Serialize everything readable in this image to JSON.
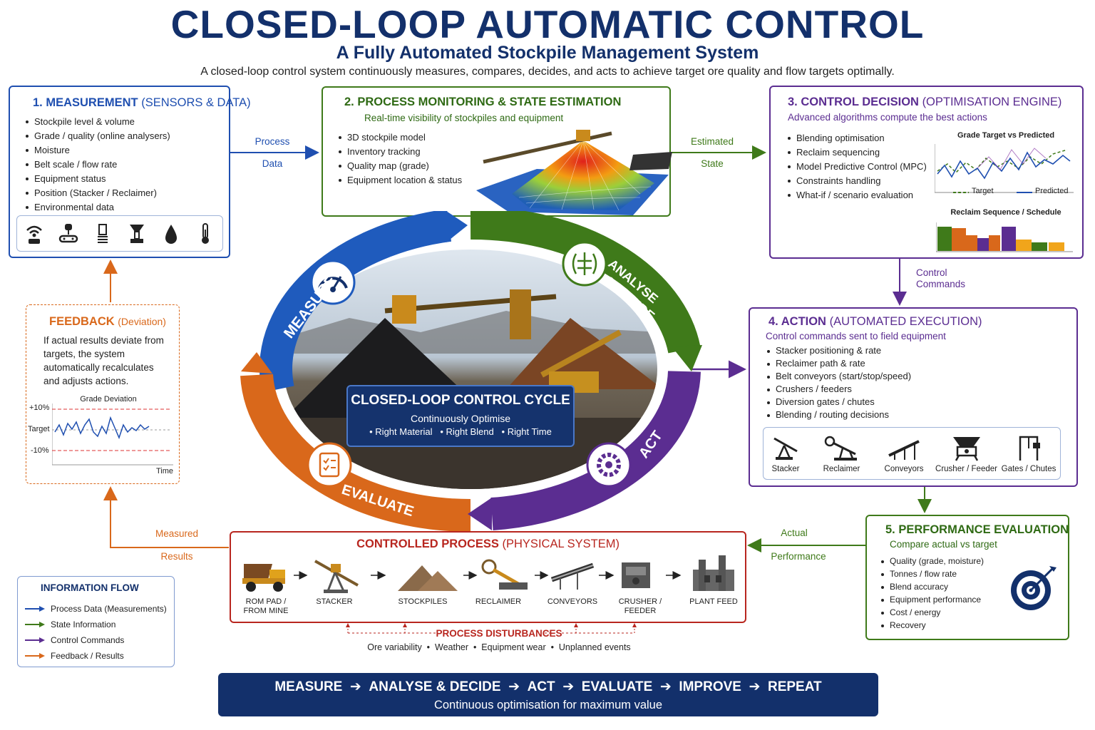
{
  "header": {
    "title": "CLOSED-LOOP AUTOMATIC CONTROL",
    "subtitle": "A Fully Automated Stockpile Management System",
    "intro": "A closed-loop control system continuously measures, compares, decides, and acts to achieve target ore quality and flow targets optimally."
  },
  "measurement": {
    "title": "1. MEASUREMENT",
    "title_sub": "(SENSORS & DATA)",
    "items": [
      "Stockpile level & volume",
      "Grade / quality (online analysers)",
      "Moisture",
      "Belt scale / flow rate",
      "Equipment status",
      "Position (Stacker / Reclaimer)",
      "Environmental data"
    ],
    "icons": [
      "wireless-sensor-icon",
      "belt-scale-icon",
      "analyser-icon",
      "sampler-icon",
      "moisture-drop-icon",
      "thermometer-icon"
    ]
  },
  "monitoring": {
    "title": "2. PROCESS MONITORING & STATE ESTIMATION",
    "tagline": "Real-time visibility of stockpiles and equipment",
    "items": [
      "3D stockpile model",
      "Inventory tracking",
      "Quality map (grade)",
      "Equipment location & status"
    ]
  },
  "decision": {
    "title": "3. CONTROL DECISION",
    "title_sub": "(OPTIMISATION ENGINE)",
    "tagline": "Advanced algorithms compute the best actions",
    "items": [
      "Blending optimisation",
      "Reclaim sequencing",
      "Model Predictive Control (MPC)",
      "Constraints handling",
      "What-if / scenario evaluation"
    ],
    "chart1_title": "Grade Target vs Predicted",
    "chart1_legend": [
      "Target",
      "Predicted"
    ],
    "chart2_title": "Reclaim Sequence / Schedule"
  },
  "action": {
    "title": "4. ACTION",
    "title_sub": "(AUTOMATED EXECUTION)",
    "tagline": "Control commands sent to field equipment",
    "items": [
      "Stacker positioning & rate",
      "Reclaimer path & rate",
      "Belt conveyors (start/stop/speed)",
      "Crushers / feeders",
      "Diversion gates / chutes",
      "Blending / routing decisions"
    ],
    "equipment": [
      "Stacker",
      "Reclaimer",
      "Conveyors",
      "Crusher / Feeder",
      "Gates / Chutes"
    ]
  },
  "performance": {
    "title": "5. PERFORMANCE EVALUATION",
    "tagline": "Compare actual vs target",
    "items": [
      "Quality (grade, moisture)",
      "Tonnes / flow rate",
      "Blend accuracy",
      "Equipment performance",
      "Cost / energy",
      "Recovery"
    ]
  },
  "feedback": {
    "title": "FEEDBACK",
    "title_sub": "(Deviation)",
    "text": "If actual results deviate from targets, the system automatically recalculates and adjusts actions.",
    "chart_title": "Grade Deviation",
    "upper": "+10%",
    "mid": "Target",
    "lower": "-10%",
    "xaxis": "Time"
  },
  "process": {
    "title": "CONTROLLED PROCESS",
    "title_sub": "(PHYSICAL SYSTEM)",
    "steps": [
      "ROM PAD / FROM MINE",
      "STACKER",
      "STOCKPILES",
      "RECLAIMER",
      "CONVEYORS",
      "CRUSHER / FEEDER",
      "PLANT FEED"
    ],
    "disturb_title": "PROCESS DISTURBANCES",
    "disturbances": [
      "Ore variability",
      "Weather",
      "Equipment wear",
      "Unplanned events"
    ]
  },
  "flows": {
    "process_data": [
      "Process",
      "Data"
    ],
    "estimated_state": [
      "Estimated",
      "State"
    ],
    "control_commands": [
      "Control",
      "Commands"
    ],
    "actual_performance": [
      "Actual",
      "Performance"
    ],
    "measured_results": [
      "Measured",
      "Results"
    ]
  },
  "legend": {
    "title": "INFORMATION FLOW",
    "items": [
      {
        "label": "Process Data (Measurements)",
        "color": "#1f4fb0"
      },
      {
        "label": "State Information",
        "color": "#3f7a1a"
      },
      {
        "label": "Control Commands",
        "color": "#5b2d91"
      },
      {
        "label": "Feedback / Results",
        "color": "#d9681b"
      }
    ]
  },
  "cycle": {
    "measure": "MEASURE",
    "analyse": [
      "ANALYSE",
      "& DECIDE"
    ],
    "act": "ACT",
    "evaluate": "EVALUATE",
    "center_title": "CLOSED-LOOP CONTROL CYCLE",
    "center_sub": "Continuously Optimise",
    "center_items": [
      "Right Material",
      "Right Blend",
      "Right Time"
    ]
  },
  "banner": {
    "steps": [
      "MEASURE",
      "ANALYSE & DECIDE",
      "ACT",
      "EVALUATE",
      "IMPROVE",
      "REPEAT"
    ],
    "tagline": "Continuous optimisation for maximum value"
  },
  "colors": {
    "navy": "#13306b",
    "blue": "#1f4fb0",
    "green": "#3f7a1a",
    "purple": "#5b2d91",
    "orange": "#d9681b",
    "red": "#b8261f"
  }
}
